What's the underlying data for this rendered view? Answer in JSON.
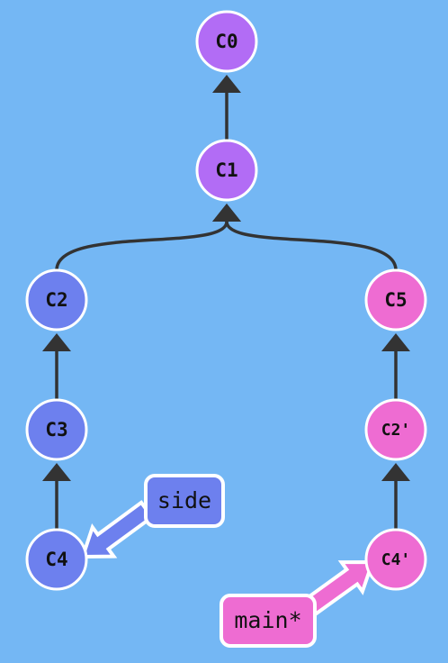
{
  "colors": {
    "background": "#74b7f4",
    "purple_commit": "#b26cf5",
    "blue_commit": "#6d80ee",
    "pink_commit": "#ee6cd2",
    "side_branch": "#6d80ee",
    "main_branch": "#ee6cd2",
    "node_border": "#ffffff",
    "edge": "#333333"
  },
  "commits": [
    {
      "id": "C0",
      "label": "C0",
      "color": "purple_commit"
    },
    {
      "id": "C1",
      "label": "C1",
      "color": "purple_commit"
    },
    {
      "id": "C2",
      "label": "C2",
      "color": "blue_commit"
    },
    {
      "id": "C3",
      "label": "C3",
      "color": "blue_commit"
    },
    {
      "id": "C4",
      "label": "C4",
      "color": "blue_commit"
    },
    {
      "id": "C5",
      "label": "C5",
      "color": "pink_commit"
    },
    {
      "id": "C2p",
      "label": "C2'",
      "color": "pink_commit"
    },
    {
      "id": "C4p",
      "label": "C4'",
      "color": "pink_commit"
    }
  ],
  "edges": [
    {
      "from": "C1",
      "to": "C0"
    },
    {
      "from": "C2",
      "to": "C1"
    },
    {
      "from": "C5",
      "to": "C1"
    },
    {
      "from": "C3",
      "to": "C2"
    },
    {
      "from": "C4",
      "to": "C3"
    },
    {
      "from": "C2p",
      "to": "C5"
    },
    {
      "from": "C4p",
      "to": "C2p"
    }
  ],
  "branches": [
    {
      "id": "side",
      "label": "side",
      "target": "C4",
      "color": "side_branch"
    },
    {
      "id": "main",
      "label": "main*",
      "target": "C4p",
      "color": "main_branch"
    }
  ]
}
